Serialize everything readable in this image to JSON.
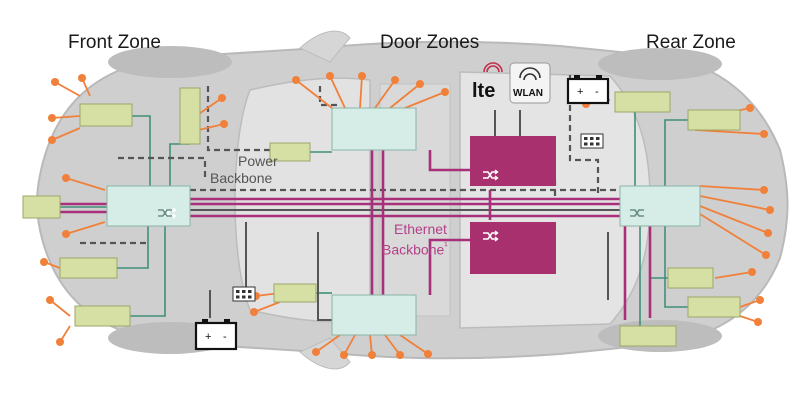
{
  "zones": {
    "front": "Front Zone",
    "door": "Door Zones",
    "rear": "Rear Zone"
  },
  "backbones": {
    "power_line1": "Power",
    "power_line2": "Backbone",
    "ethernet_line1": "Ethernet",
    "ethernet_line2": "Backbone",
    "ethernet_mark": "¹"
  },
  "wireless": {
    "lte": "lte",
    "wlan": "WLAN"
  },
  "battery": {
    "plus": "+",
    "minus": "-"
  },
  "colors": {
    "ethernet": "#a8307a",
    "switch_magenta": "#a8306e",
    "power": "#505050",
    "signal": "#3f8f7a",
    "sensor": "#f0803a",
    "zone_controller": "#d6ece6",
    "ecu": "#d6e0a4",
    "car_body": "#c8c8c8"
  },
  "icons": {
    "switch": "switch-icon",
    "battery": "battery-icon",
    "fuse": "fuse-box-icon",
    "lte": "lte-logo",
    "wlan": "wlan-logo"
  }
}
